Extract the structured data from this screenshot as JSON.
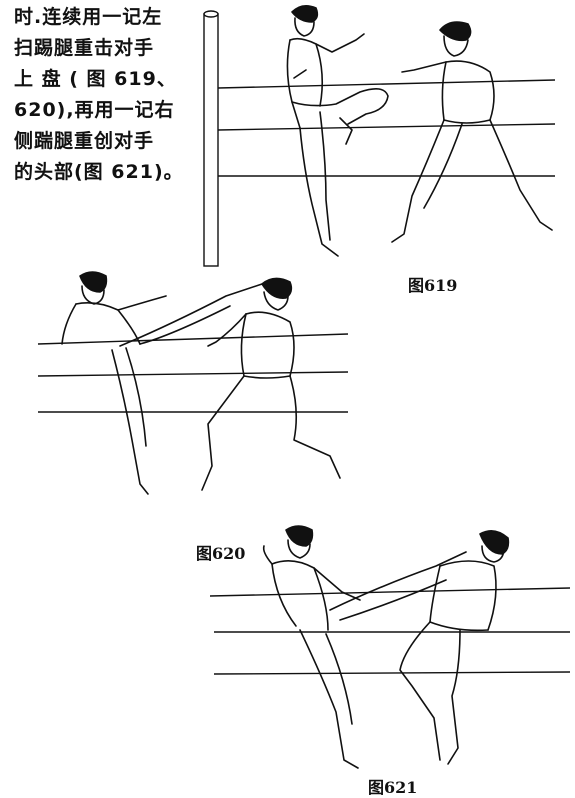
{
  "text": {
    "lines": [
      "时.连续用一记左",
      "扫踢腿重击对手",
      "上 盘 ( 图 619、",
      "620),再用一记右",
      "侧踹腿重创对手",
      "的头部(图 621)。"
    ]
  },
  "figures": [
    {
      "caption": "图619",
      "depicts": "kick-illustration"
    },
    {
      "caption": "图620",
      "depicts": "kick-illustration"
    },
    {
      "caption": "图621",
      "depicts": "kick-illustration"
    }
  ]
}
